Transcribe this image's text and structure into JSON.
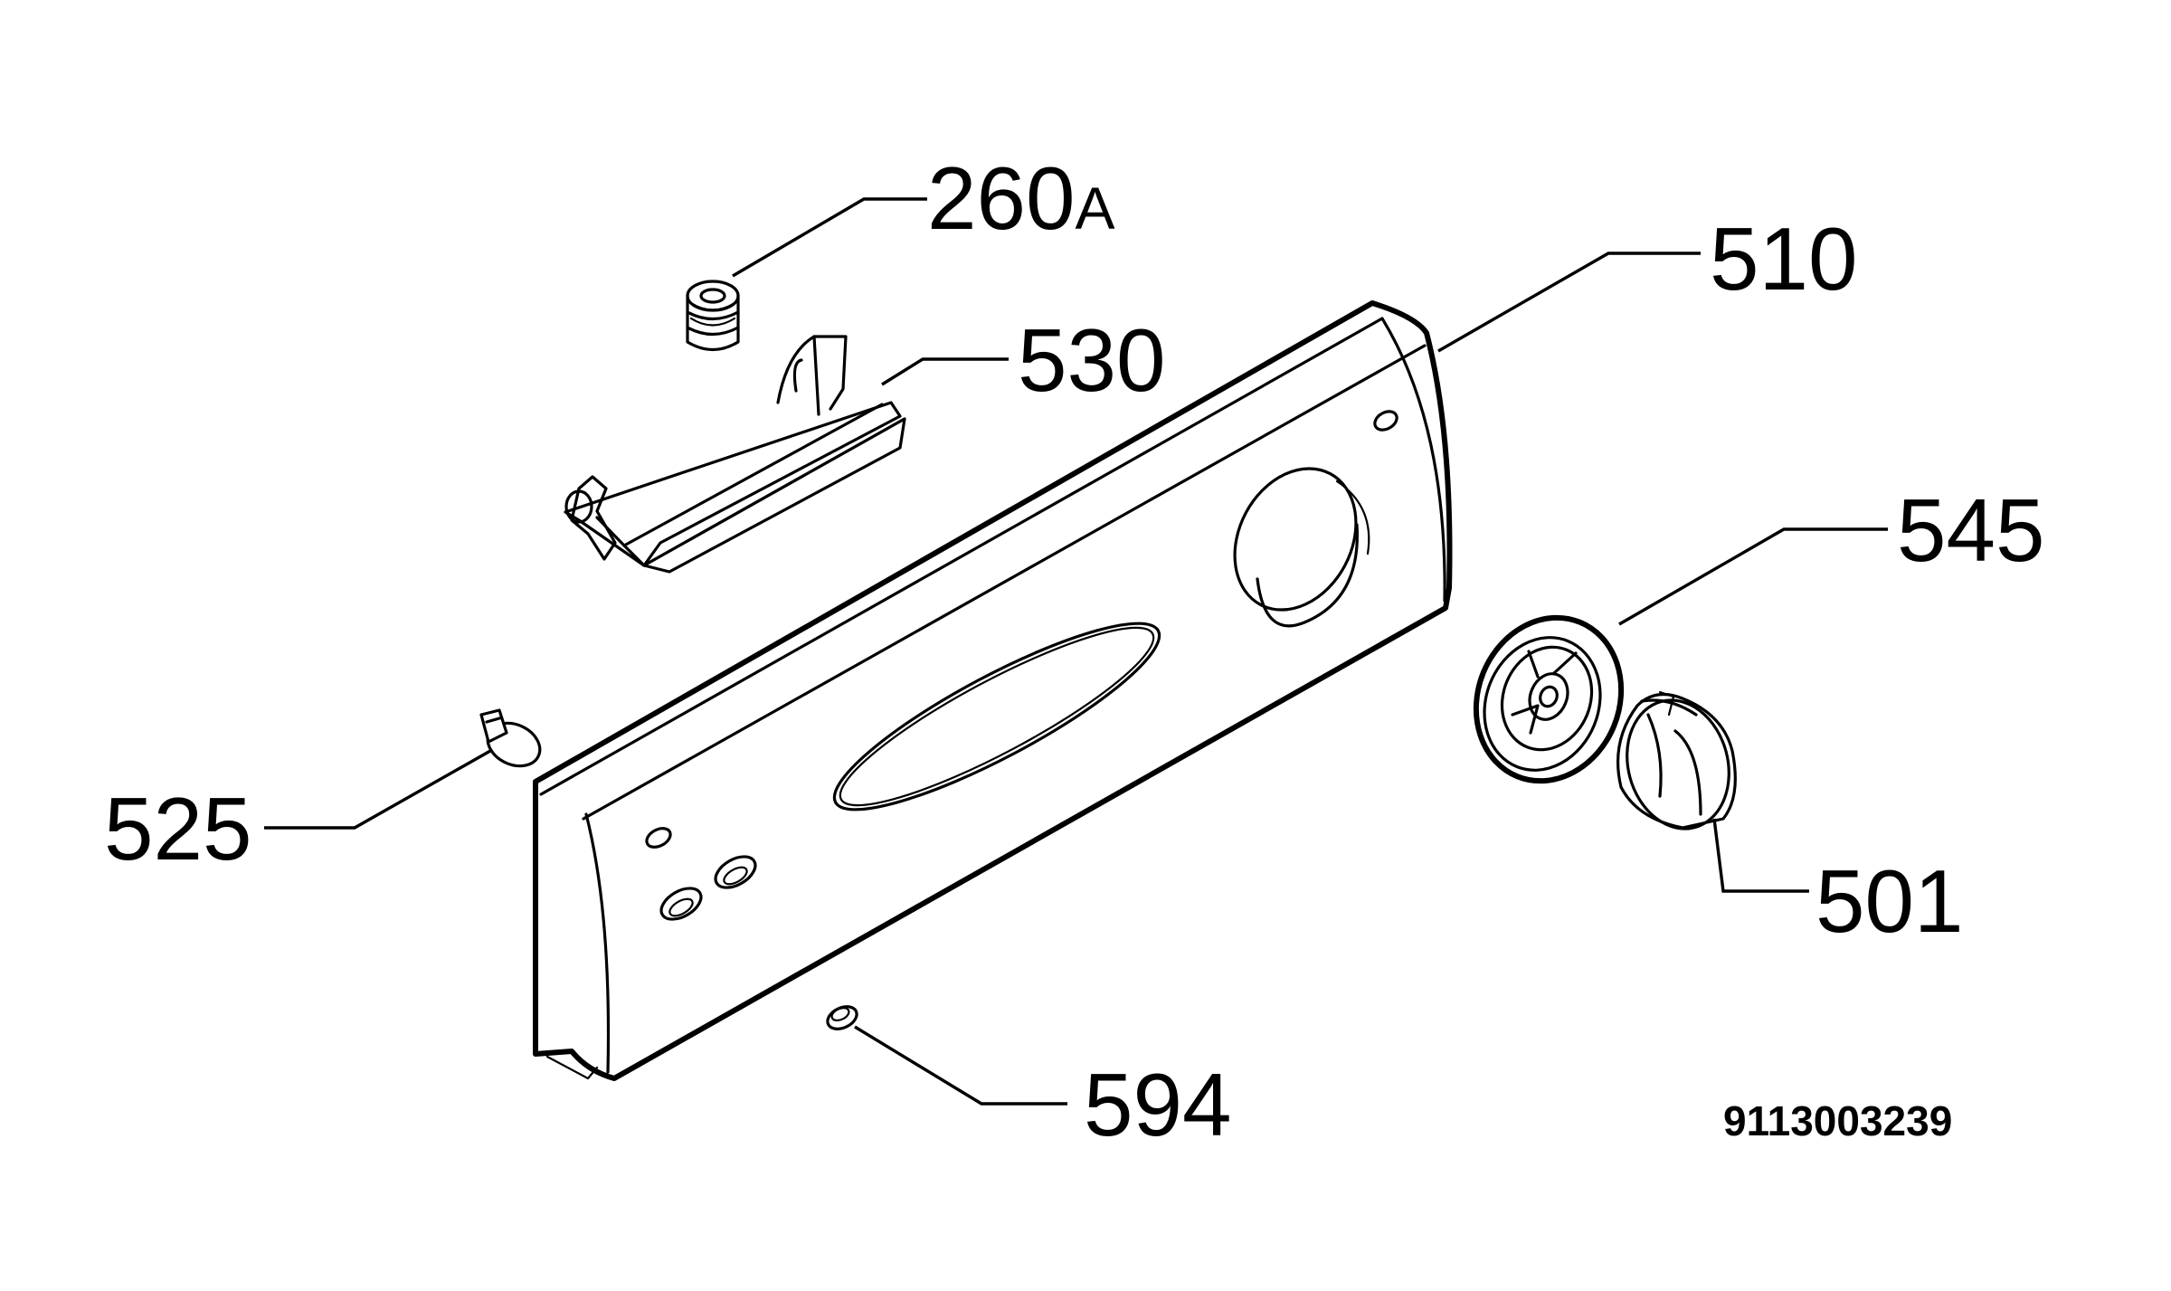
{
  "diagram": {
    "type": "exploded parts diagram",
    "parts": [
      {
        "number": "260",
        "suffix": "A"
      },
      {
        "number": "510",
        "suffix": ""
      },
      {
        "number": "530",
        "suffix": ""
      },
      {
        "number": "545",
        "suffix": ""
      },
      {
        "number": "525",
        "suffix": ""
      },
      {
        "number": "501",
        "suffix": ""
      },
      {
        "number": "594",
        "suffix": ""
      }
    ],
    "document_number": "9113003239"
  }
}
